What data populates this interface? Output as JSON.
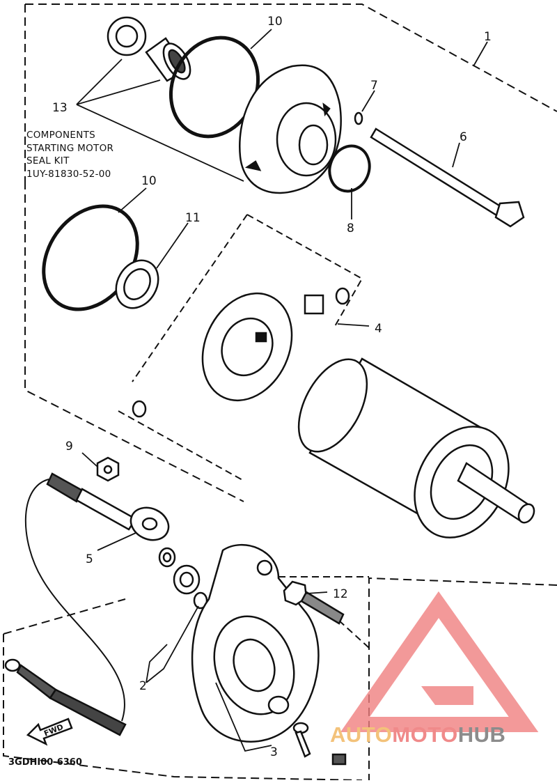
{
  "diagram": {
    "kit_caption": {
      "line1": "COMPONENTS",
      "line2": "STARTING MOTOR",
      "line3": "SEAL KIT",
      "line4": "1UY-81830-52-00"
    },
    "drawing_code": "3GDHI00-6360",
    "fwd_label": "FWD",
    "callouts": {
      "c1": "1",
      "c2": "2",
      "c3": "3",
      "c4": "4",
      "c5": "5",
      "c6": "6",
      "c7": "7",
      "c8": "8",
      "c9": "9",
      "c10a": "10",
      "c10b": "10",
      "c11": "11",
      "c12": "12",
      "c13": "13"
    }
  },
  "watermark": {
    "part1": "AUTO",
    "part2": "MOTO",
    "part3": "HUB",
    "colors": {
      "triangle": "#f08080",
      "auto": "#f3c27a",
      "moto": "#f08a8a",
      "hub": "#8c8c8c"
    }
  }
}
